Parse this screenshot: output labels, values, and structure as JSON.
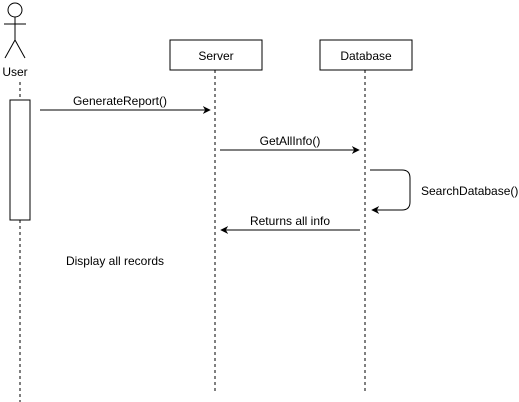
{
  "participants": {
    "user": {
      "label": "User"
    },
    "server": {
      "label": "Server"
    },
    "database": {
      "label": "Database"
    }
  },
  "messages": {
    "generate_report": {
      "label": "GenerateReport()"
    },
    "get_all_info": {
      "label": "GetAllInfo()"
    },
    "search_database": {
      "label": "SearchDatabase()"
    },
    "returns_all_info": {
      "label": "Returns all info"
    }
  },
  "notes": {
    "display_all_records": {
      "label": "Display all records"
    }
  },
  "colors": {
    "stroke": "#000000",
    "background": "#ffffff"
  }
}
